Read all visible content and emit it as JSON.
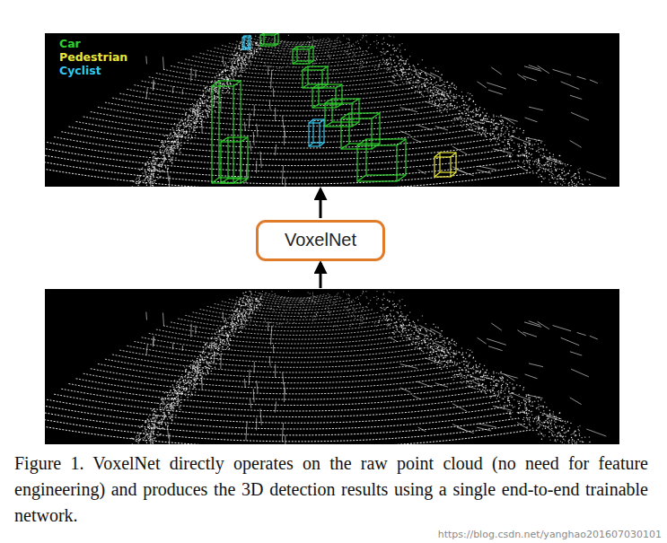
{
  "diagram": {
    "caption": "Figure 1. VoxelNet directly operates on the raw point cloud (no need for feature engineering) and produces the 3D detection results using a single end-to-end trainable network.",
    "nodes": [
      {
        "text": [
          "VoxelNet"
        ]
      }
    ],
    "labels": [
      "https://blog.csdn.net/yanghao201607030101"
    ],
    "legend": [
      {
        "text": "Car",
        "color": "#2fd12f"
      },
      {
        "text": "Pedestrian",
        "color": "#e8e83a"
      },
      {
        "text": "Cyclist",
        "color": "#35c8f0"
      }
    ]
  }
}
